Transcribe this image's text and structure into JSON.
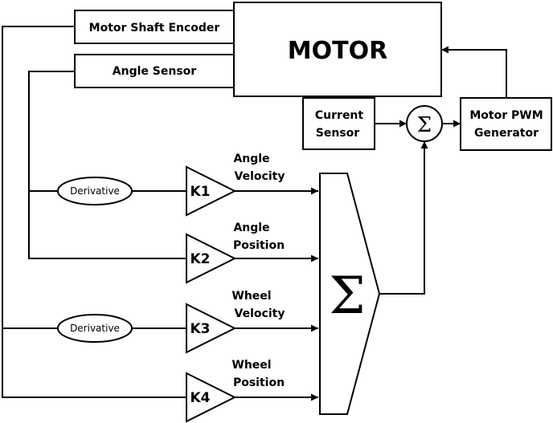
{
  "blocks": {
    "encoder": "Motor Shaft Encoder",
    "angle_sensor": "Angle Sensor",
    "motor": "MOTOR",
    "current_sensor": [
      "Current",
      "Sensor"
    ],
    "pwm": [
      "Motor PWM",
      "Generator"
    ],
    "derivative_1": "Derivative",
    "derivative_2": "Derivative"
  },
  "summers": {
    "small": "Σ",
    "big": "Σ"
  },
  "gains": [
    "K1",
    "K2",
    "K3",
    "K4"
  ],
  "signals": {
    "angle_velocity": [
      "Angle",
      "Velocity"
    ],
    "angle_position": [
      "Angle",
      "Position"
    ],
    "wheel_velocity": [
      "Wheel",
      "Velocity"
    ],
    "wheel_position": [
      "Wheel",
      "Position"
    ]
  }
}
